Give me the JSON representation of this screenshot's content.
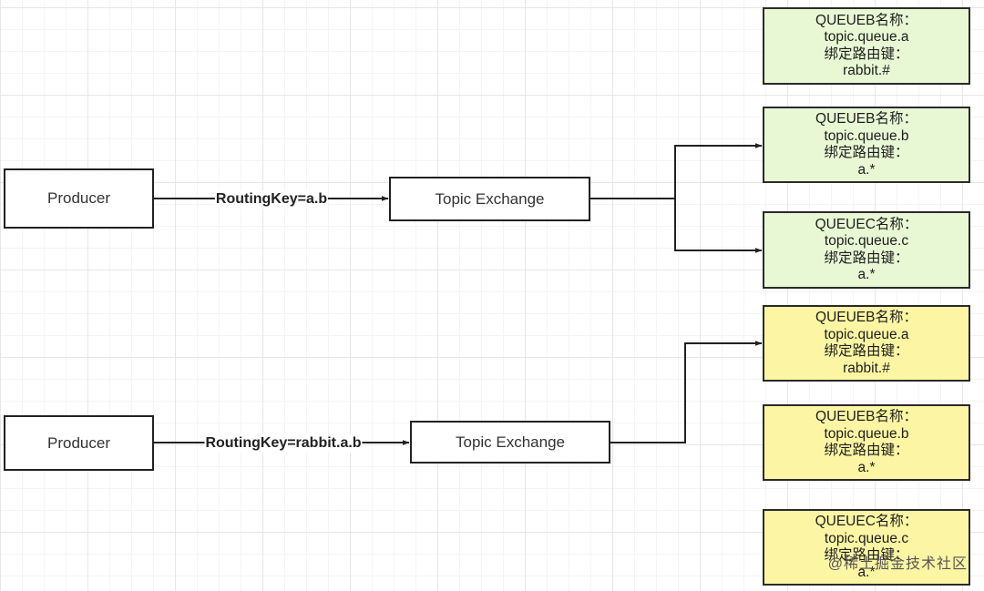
{
  "diagrams": [
    {
      "producer": "Producer",
      "routing_key": "RoutingKey=a.b",
      "exchange": "Topic Exchange",
      "queues": [
        {
          "name": "QUEUEB名称：",
          "queue": "topic.queue.a",
          "bind_label": "绑定路由键：",
          "bind_key": "rabbit.#"
        },
        {
          "name": "QUEUEB名称：",
          "queue": "topic.queue.b",
          "bind_label": "绑定路由键：",
          "bind_key": "a.*"
        },
        {
          "name": "QUEUEC名称：",
          "queue": "topic.queue.c",
          "bind_label": "绑定路由键：",
          "bind_key": "a.*"
        }
      ]
    },
    {
      "producer": "Producer",
      "routing_key": "RoutingKey=rabbit.a.b",
      "exchange": "Topic Exchange",
      "queues": [
        {
          "name": "QUEUEB名称：",
          "queue": "topic.queue.a",
          "bind_label": "绑定路由键：",
          "bind_key": "rabbit.#"
        },
        {
          "name": "QUEUEB名称：",
          "queue": "topic.queue.b",
          "bind_label": "绑定路由键：",
          "bind_key": "a.*"
        },
        {
          "name": "QUEUEC名称：",
          "queue": "topic.queue.c",
          "bind_label": "绑定路由键：",
          "bind_key": "a.*"
        }
      ]
    }
  ],
  "watermark": "@稀土掘金技术社区",
  "colors": {
    "queue_match_fill": "#e8f8d4",
    "queue_other_fill": "#fcf6a4",
    "stroke": "#222222"
  }
}
